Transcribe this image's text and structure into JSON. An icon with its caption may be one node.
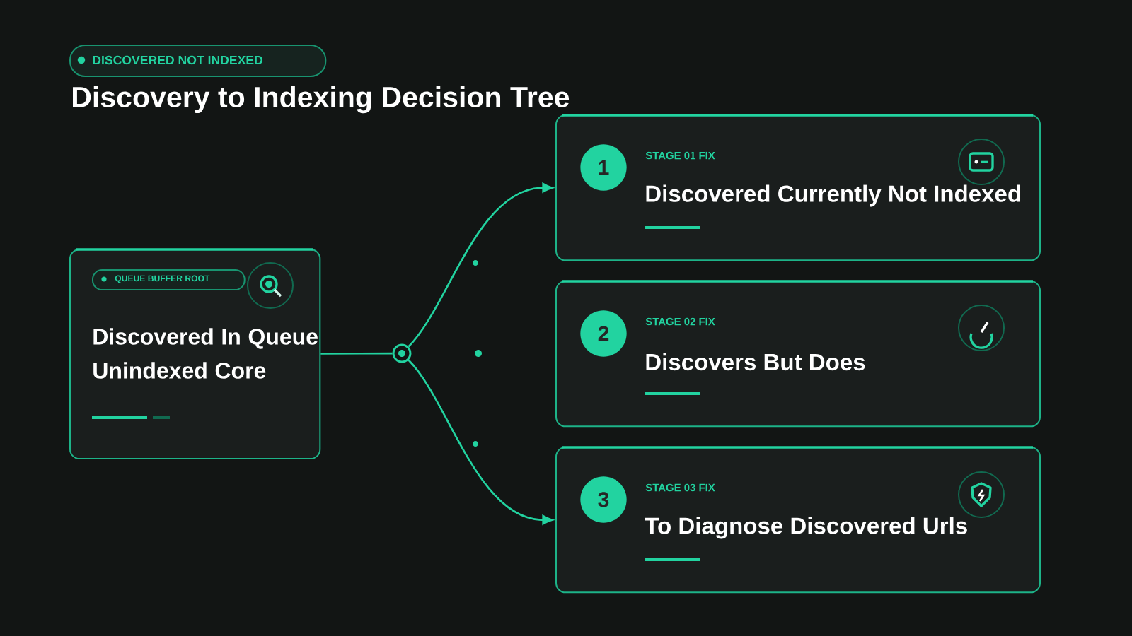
{
  "diagram": {
    "title": "Discovery to Indexing Decision Tree",
    "nodes": [
      {
        "text": [
          "DISCOVERED NOT INDEXED"
        ]
      },
      {
        "text": [
          "Discovered In Queue Unindexed Core"
        ]
      },
      {
        "text": [
          "QUEUE BUFFER ROOT"
        ],
        "in": 1
      },
      {
        "text": [],
        "shape": "circle"
      },
      {
        "text": [
          "STAGE 01 FIX",
          "Discovered Currently Not Indexed"
        ]
      },
      {
        "text": [
          "1"
        ],
        "in": 4
      },
      {
        "text": [
          "STAGE 02 FIX",
          "Discovers But Does"
        ]
      },
      {
        "text": [
          "2"
        ],
        "in": 6
      },
      {
        "text": [
          "STAGE 03 FIX",
          "To Diagnose Discovered Urls"
        ]
      },
      {
        "text": [
          "3"
        ],
        "in": 8
      }
    ],
    "edges": [
      {
        "from": 1,
        "to": 3,
        "arrow": "none"
      },
      {
        "from": 3,
        "to": 4,
        "arrow": "to"
      },
      {
        "from": 3,
        "to": 8,
        "arrow": "to"
      }
    ]
  }
}
